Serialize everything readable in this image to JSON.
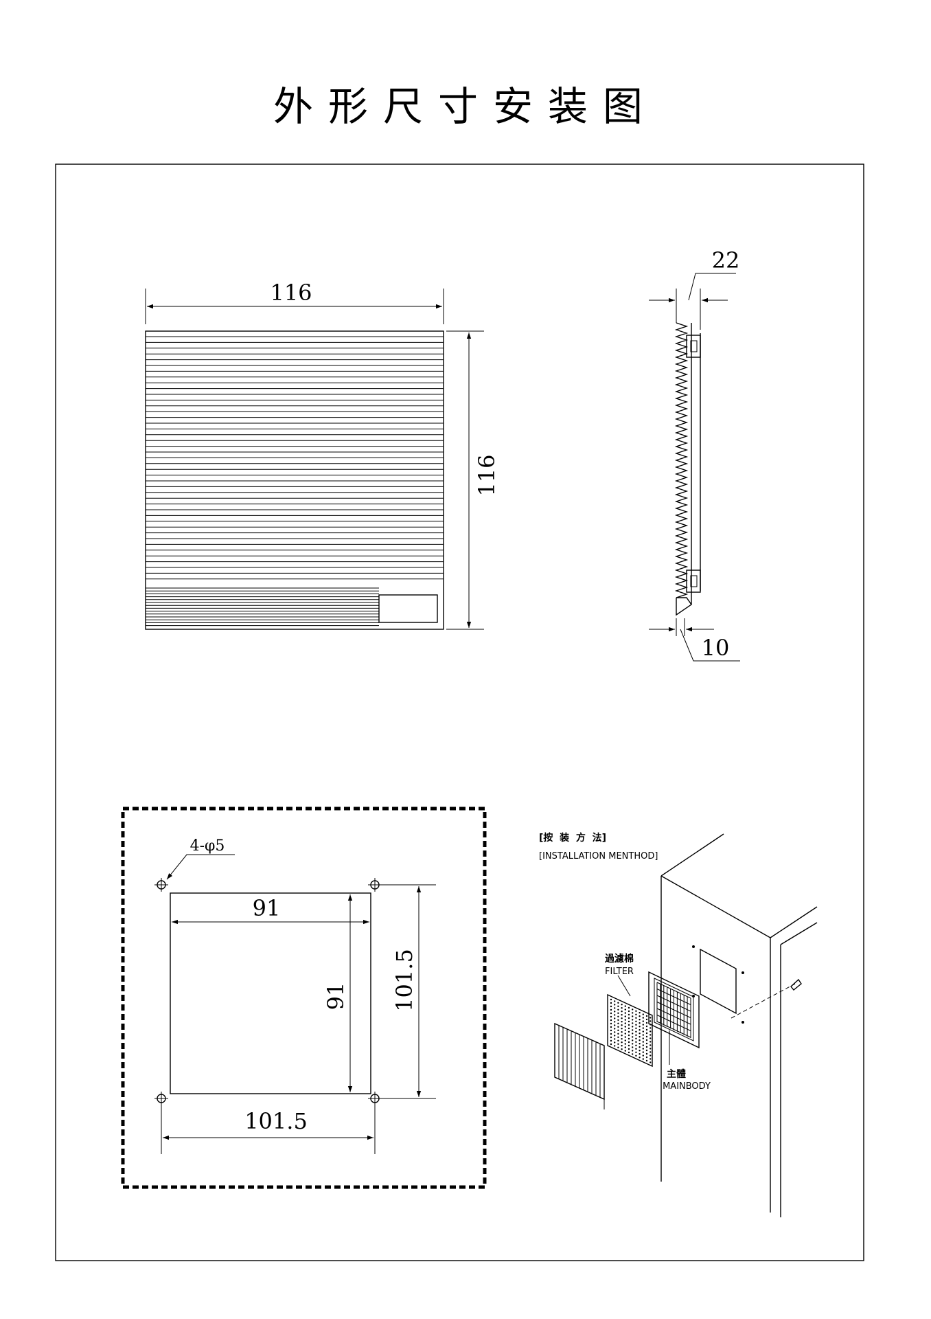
{
  "title": "外形尺寸安装图",
  "front_view": {
    "width_label": "116",
    "height_label": "116"
  },
  "side_view": {
    "depth_label": "22",
    "flange_label": "10"
  },
  "cutout_view": {
    "holes_label": "4-φ5",
    "inner_width_label": "91",
    "inner_height_label": "91",
    "hole_pitch_h_label": "101.5",
    "hole_pitch_v_label": "101.5"
  },
  "installation": {
    "title_cn": "[按  装  方  法]",
    "title_en": "[INSTALLATION MENTHOD]",
    "filter_cn": "過濾棉",
    "filter_en": "FILTER",
    "mainbody_cn": "主體",
    "mainbody_en": "MAINBODY"
  }
}
